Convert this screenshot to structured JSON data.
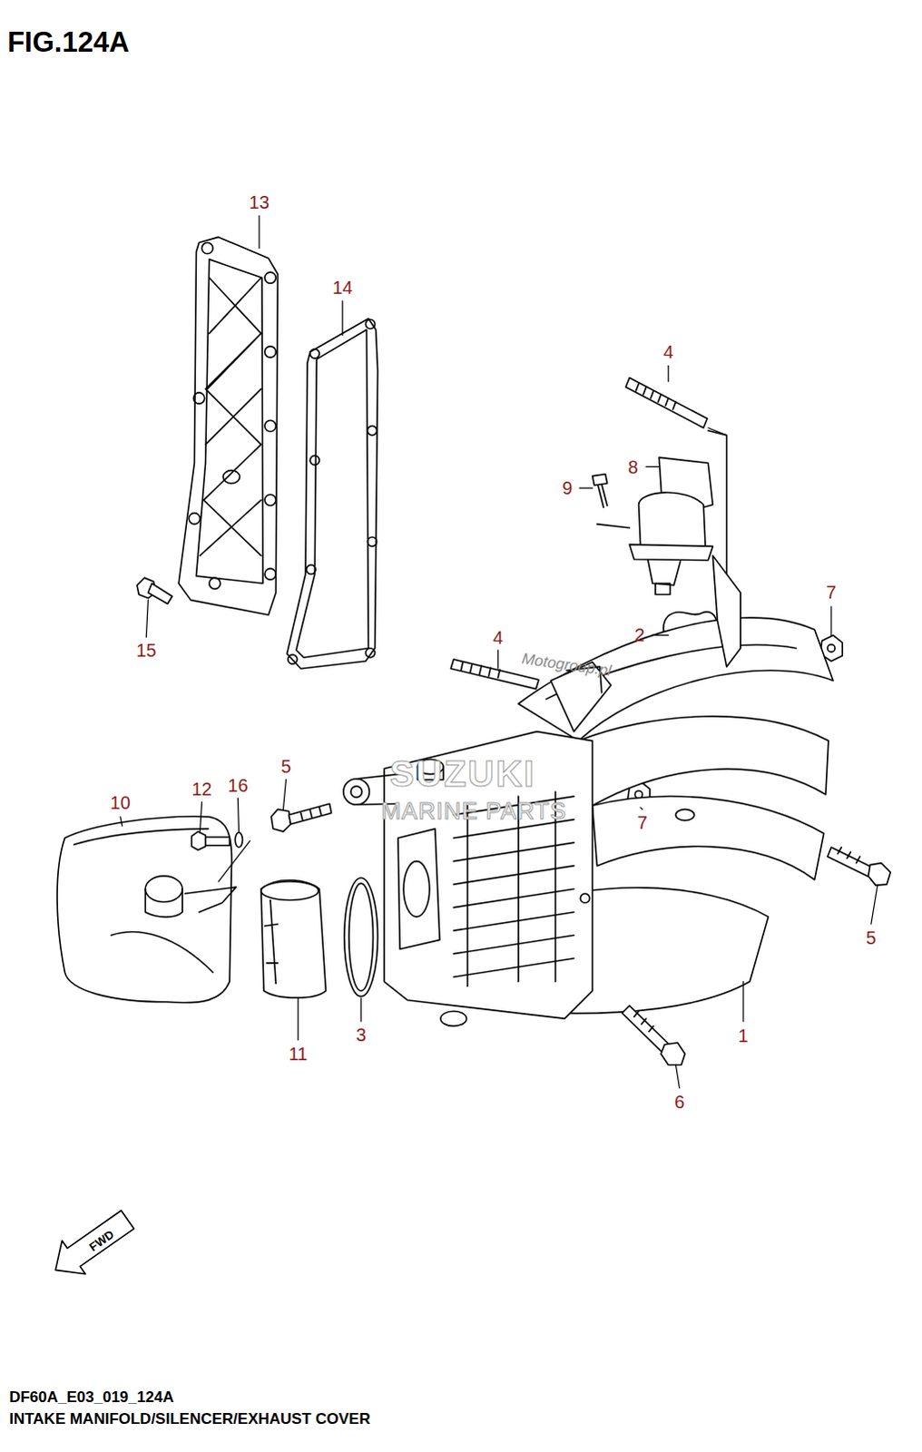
{
  "diagram": {
    "title": "FIG.124A",
    "caption": "INTAKE MANIFOLD/SILENCER/EXHAUST COVER",
    "labels": [
      "13",
      "14",
      "4",
      "8",
      "9",
      "7",
      "2",
      "4",
      "15",
      "10",
      "12",
      "16",
      "5",
      "7",
      "5",
      "11",
      "3",
      "1",
      "6",
      "FWD",
      "Motogroup.pl",
      "SUZUKI",
      "MARINE PARTS",
      "DF60A_E03_019_124A"
    ]
  }
}
